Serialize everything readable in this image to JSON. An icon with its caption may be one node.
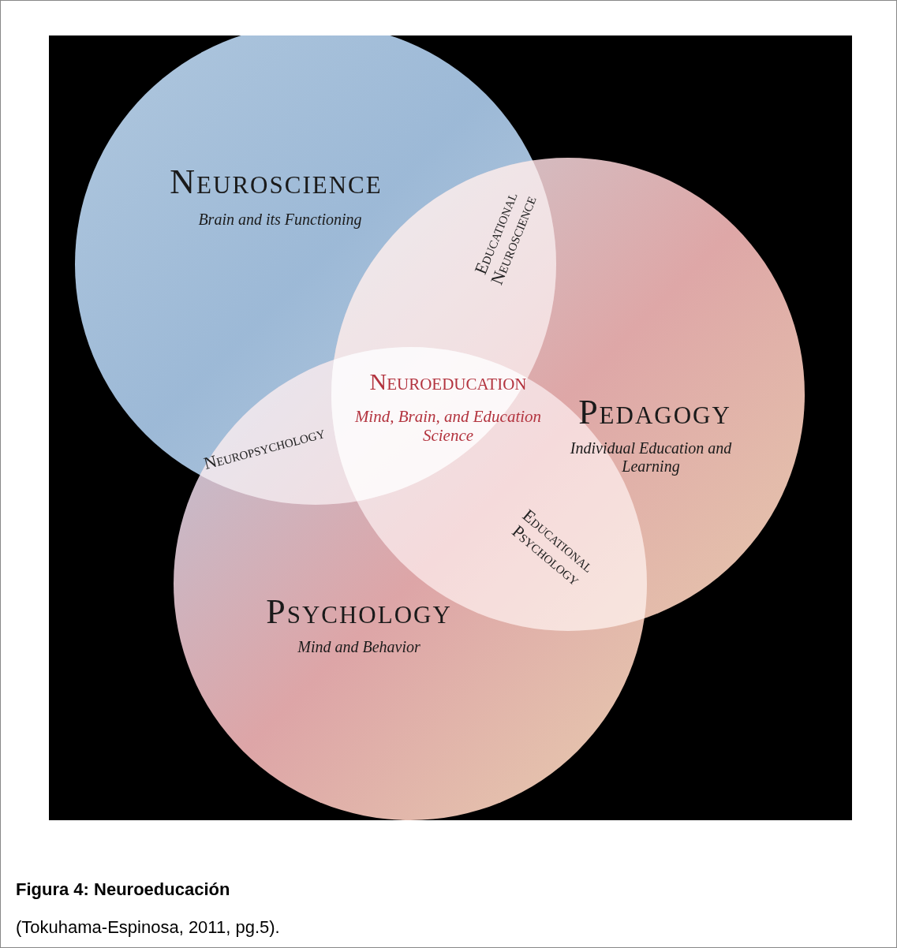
{
  "diagram": {
    "title": "Figura 4: Neuroeducación",
    "caption": "(Tokuhama-Espinosa, 2011, pg.5).",
    "nodes": [
      {
        "text": [
          "Neuroscience",
          "Brain and its Functioning"
        ]
      },
      {
        "text": [
          "Pedagogy",
          "Individual Education and Learning"
        ]
      },
      {
        "text": [
          "Psychology",
          "Mind and Behavior"
        ]
      }
    ],
    "edges": [],
    "labels": [
      "Educational Neuroscience",
      "Neuroeducation",
      "Mind, Brain, and Education Science",
      "Neuropsychology",
      "Educational Psychology"
    ]
  }
}
